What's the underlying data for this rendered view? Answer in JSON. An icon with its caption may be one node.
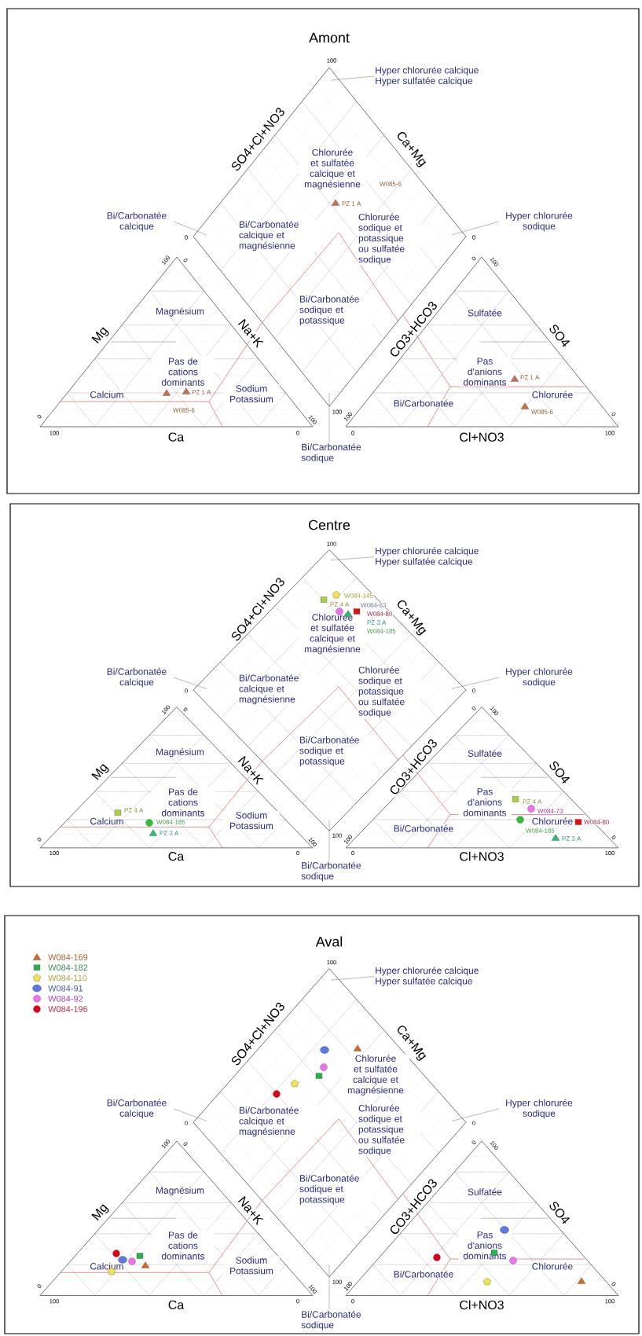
{
  "diagram": {
    "nodes": [
      {
        "text": [
          "Hyper chlorurée calcique",
          "Hyper sulfatée calcique"
        ]
      },
      {
        "text": [
          "Bi/Carbonatée calcique"
        ]
      },
      {
        "text": [
          "Hyper chlorurée sodique"
        ]
      },
      {
        "text": [
          "Bi/Carbonatée sodique"
        ]
      },
      {
        "text": [
          "Hyper chlorurée calcique",
          "Hyper sulfatée calcique"
        ]
      },
      {
        "text": [
          "Bi/Carbonatée calcique"
        ]
      },
      {
        "text": [
          "Hyper chlorurée sodique"
        ]
      },
      {
        "text": [
          "Bi/Carbonatée sodique"
        ]
      },
      {
        "text": [
          "Hyper chlorurée calcique",
          "Hyper sulfatée calcique"
        ]
      },
      {
        "text": [
          "Bi/Carbonatée calcique"
        ]
      },
      {
        "text": [
          "Hyper chlorurée sodique"
        ]
      },
      {
        "text": [
          "Bi/Carbonatée sodique"
        ]
      }
    ],
    "edges": [
      {
        "from": 0,
        "to": null,
        "arrow": "none"
      },
      {
        "from": 1,
        "to": null,
        "arrow": "none"
      },
      {
        "from": 2,
        "to": null,
        "arrow": "none"
      },
      {
        "from": 3,
        "to": null,
        "arrow": "none"
      },
      {
        "from": 4,
        "to": null,
        "arrow": "none"
      },
      {
        "from": 5,
        "to": null,
        "arrow": "none"
      },
      {
        "from": 6,
        "to": null,
        "arrow": "none"
      },
      {
        "from": 7,
        "to": null,
        "arrow": "none"
      },
      {
        "from": 8,
        "to": null,
        "arrow": "none"
      },
      {
        "from": 9,
        "to": null,
        "arrow": "none"
      },
      {
        "from": 10,
        "to": null,
        "arrow": "none"
      },
      {
        "from": 11,
        "to": null,
        "arrow": "none"
      }
    ],
    "labels": [
      "Amont",
      "100",
      "SO4+Cl+NO3",
      "Chlorurée et sulfatée calcique et magnésienne",
      "Ca+Mg",
      "0",
      "Bi/Carbonatée calcique et magnésienne",
      "Chlorurée sodique et potassique ou sulfatée sodique",
      "0",
      "Bi/Carbonatée sodique et potassique",
      "100",
      "0",
      "0",
      "100",
      "Magnésium",
      "Sulfatée",
      "Mg",
      "Na+K",
      "CO3+HCO3",
      "SO4",
      "Pas de cations dominants",
      "Pas d'anions dominants",
      "Calcium",
      "Sodium Potassium",
      "Bi/Carbonatée",
      "Chlorurée",
      "0",
      "100",
      "100",
      "100",
      "0",
      "100",
      "Ca",
      "0",
      "0",
      "Cl+NO3",
      "100",
      "W085-6",
      "PZ 1 A",
      "PZ 1 A",
      "W085-6",
      "PZ 1 A",
      "W085-6",
      "Centre",
      "100",
      "SO4+Cl+NO3",
      "Chlorurée et sulfatée calcique et magnésienne",
      "Ca+Mg",
      "0",
      "Bi/Carbonatée calcique et magnésienne",
      "Chlorurée sodique et potassique ou sulfatée sodique",
      "0",
      "Bi/Carbonatée sodique et potassique",
      "100",
      "0",
      "0",
      "100",
      "Magnésium",
      "Sulfatée",
      "Mg",
      "Na+K",
      "CO3+HCO3",
      "SO4",
      "Pas de cations dominants",
      "Pas d'anions dominants",
      "Calcium",
      "Sodium Potassium",
      "Bi/Carbonatée",
      "Chlorurée",
      "0",
      "100",
      "100",
      "100",
      "0",
      "100",
      "Ca",
      "0",
      "0",
      "Cl+NO3",
      "100",
      "W084-145",
      "PZ 4 A",
      "W084-63",
      "W084-80",
      "PZ 3 A",
      "W084-185",
      "PZ 4 A",
      "W084-185",
      "PZ 3 A",
      "PZ 4 A",
      "W084-73",
      "W084-80",
      "W084-185",
      "PZ 3 A",
      "Aval",
      "100",
      "SO4+Cl+NO3",
      "Chlorurée et sulfatée calcique et magnésienne",
      "Ca+Mg",
      "0",
      "Bi/Carbonatée calcique et magnésienne",
      "Chlorurée sodique et potassique ou sulfatée sodique",
      "0",
      "Bi/Carbonatée sodique et potassique",
      "100",
      "0",
      "0",
      "100",
      "Magnésium",
      "Sulfatée",
      "Mg",
      "Na+K",
      "CO3+HCO3",
      "SO4",
      "Pas de cations dominants",
      "Pas d'anions dominants",
      "Calcium",
      "Sodium Potassium",
      "Bi/Carbonatée",
      "Chlorurée",
      "0",
      "100",
      "100",
      "100",
      "0",
      "100",
      "Ca",
      "0",
      "0",
      "Cl+NO3",
      "100"
    ],
    "legend": [
      {
        "text": "W084-169",
        "color": "#d2691e"
      },
      {
        "text": "W084-182",
        "color": "#22b24c"
      },
      {
        "text": "W084-110",
        "color": "#f2e34a"
      },
      {
        "text": "W084-91",
        "color": "#5a78e6"
      },
      {
        "text": "W084-92",
        "color": "#f070f0"
      },
      {
        "text": "W084-196",
        "color": "#e00010"
      }
    ]
  }
}
